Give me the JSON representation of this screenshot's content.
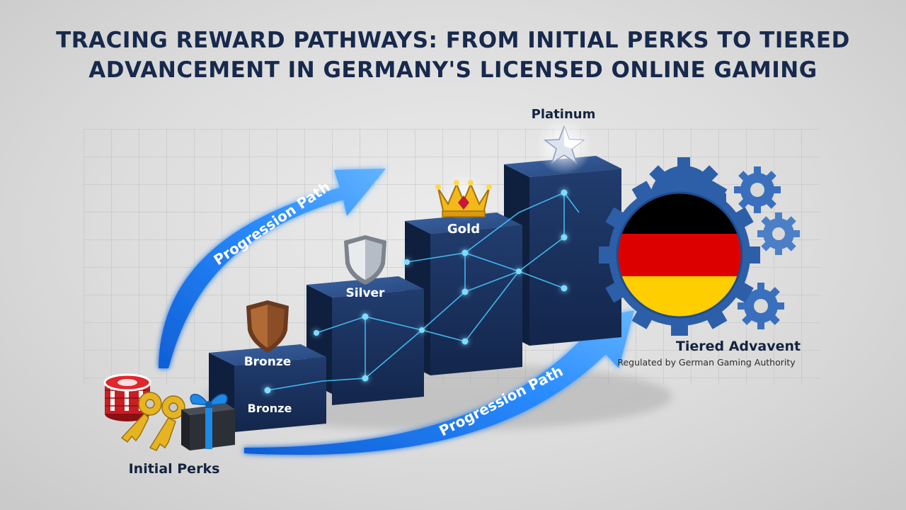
{
  "title": {
    "line1": "TRACING REWARD PATHWAYS: FROM INITIAL PERKS TO TIERED",
    "line2": "ADVANCEMENT IN GERMANY'S LICENSED ONLINE GAMING"
  },
  "tiers": {
    "bronze": "Bronze",
    "bronze_front": "Bronze",
    "silver": "Silver",
    "gold": "Gold",
    "platinum": "Platinum"
  },
  "arrows": {
    "upper": "Progression Path",
    "lower": "Progression Path"
  },
  "start": {
    "label": "Initial Perks"
  },
  "end": {
    "label": "Tiered Advavent",
    "sublabel": "Regulated by German Gaming Authority"
  },
  "colors": {
    "title": "#17294c",
    "block_top": "#2e4f86",
    "block_front": "#1a2f58",
    "block_side": "#0f1f3e",
    "arrow": "#1e88ff",
    "network": "#44c6ff",
    "flag_black": "#000000",
    "flag_red": "#dd0000",
    "flag_gold": "#ffce00",
    "gear": "#2d5fa8"
  },
  "icons": [
    "poker-chips-icon",
    "keys-icon",
    "gift-box-icon",
    "bronze-shield-icon",
    "silver-shield-icon",
    "gold-crown-icon",
    "platinum-star-icon",
    "gear-icon",
    "germany-flag-icon"
  ]
}
